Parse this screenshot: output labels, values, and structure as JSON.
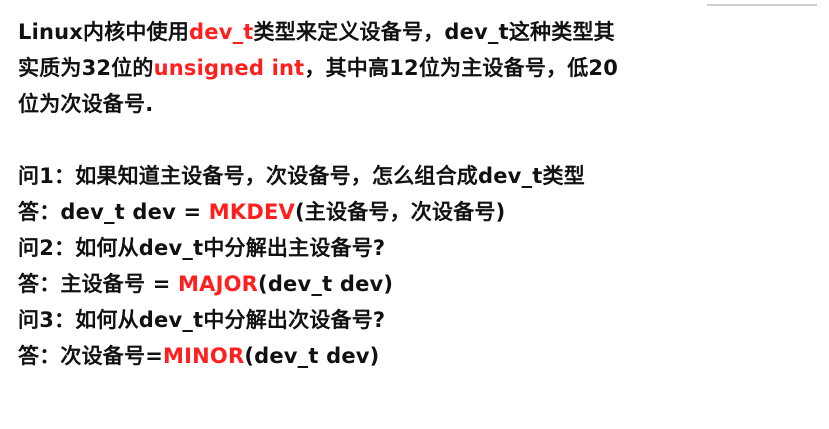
{
  "paragraph": {
    "line1": {
      "p1": "Linux内核中使用",
      "p2": "dev_t",
      "p3": "类型来定义设备号，dev_t这种类型其"
    },
    "line2": {
      "p1": "实质为32位的",
      "p2": "unsigned int",
      "p3": "，其中高12位为主设备号，低20"
    },
    "line3": "位为次设备号."
  },
  "qa": {
    "q1": "问1：如果知道主设备号，次设备号，怎么组合成dev_t类型",
    "a1": {
      "prefix": "答：dev_t dev = ",
      "func": "MKDEV",
      "suffix": "(主设备号，次设备号)"
    },
    "q2": "问2：如何从dev_t中分解出主设备号?",
    "a2": {
      "prefix": "答：主设备号 = ",
      "func": "MAJOR",
      "suffix": "(dev_t dev)"
    },
    "q3": "问3：如何从dev_t中分解出次设备号?",
    "a3": {
      "prefix": "答：次设备号=",
      "func": "MINOR",
      "suffix": "(dev_t dev)"
    }
  },
  "colors": {
    "text": "#111111",
    "highlight": "#ff1f1f",
    "background": "#ffffff"
  }
}
